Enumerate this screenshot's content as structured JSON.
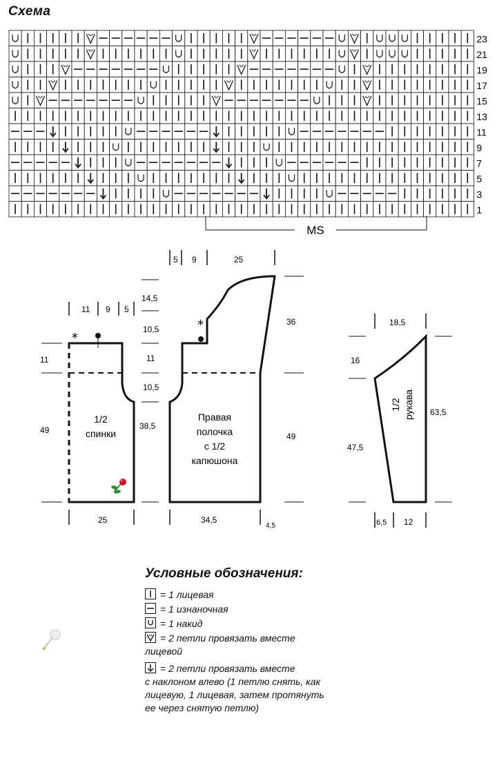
{
  "title": "Схема",
  "chart": {
    "row_numbers": [
      "23",
      "21",
      "19",
      "17",
      "15",
      "13",
      "11",
      "9",
      "7",
      "5",
      "3",
      "1"
    ],
    "repeat_label": "MS",
    "rows": [
      "UIIIIIVPPPPPPUIIIIIVPPPPPPUVIUUUIIIII",
      "UIIIIIVIIIIIIUIIIIIVIIIIIIUVIUUUIIIII",
      "UIIIVPPPPPPPUIIIIIVPPPPPPPUIVIIIIIIII",
      "UIIVIIIIIIIUIIIIIVIIIIIIIUIIVIIIIIIII",
      "UIVPPPPPPPUIIIIIVPPPPPPPUIIIVIIIIIIII",
      "IIIIIIIIIIIIIIIIIIIIIIIIIIIIIIIIIIIII",
      "PPPDIIIIIUPPPPPPDIIIIIUPPPPPPPIIIIIII",
      "IIIIDIIIUIIIIIIIDIIIUIIIIIIIIIIIIIIII",
      "PPPPPDIIIUPPPPPPPDIIIUPPPPPPIIIIIIIII",
      "IIIIIIDIIIUIIIIIIIDIIIUIIIIIIIIIIIIII",
      "PPPPPPPDIIIIUPPPPPPPDIIIIUPPPPPIIIIII",
      "IIIIIIIIIIIIIIIIIIIIIIIIIIIIIIIIIIIII"
    ]
  },
  "pieces": {
    "back": {
      "label_line1": "1/2",
      "label_line2": "спинки",
      "top_widths": [
        "11",
        "9",
        "5"
      ],
      "left_heights": [
        "11",
        "49"
      ],
      "right_heights": [
        "14,5",
        "10,5",
        "11",
        "10,5",
        "38,5"
      ],
      "bottom_width": "25"
    },
    "front": {
      "label_lines": [
        "Правая",
        "полочка",
        "с 1/2",
        "капюшона"
      ],
      "top_widths": [
        "5",
        "9",
        "25"
      ],
      "right_heights": [
        "36",
        "49"
      ],
      "bottom_width": "34,5",
      "bottom_extra": "4,5"
    },
    "sleeve": {
      "label_line1": "1/2",
      "label_line2": "рукава",
      "top_width": "18,5",
      "left_heights": [
        "16",
        "47,5"
      ],
      "right_height": "63,5",
      "bottom_widths": [
        "6,5",
        "12"
      ]
    }
  },
  "legend": {
    "title": "Условные обозначения:",
    "items": [
      {
        "symbol": "knit",
        "text": "= 1 лицевая"
      },
      {
        "symbol": "purl",
        "text": "= 1 изнаночная"
      },
      {
        "symbol": "yarnover",
        "text": "= 1 накид"
      },
      {
        "symbol": "k2tog",
        "text": "= 2 петли провязать вместе",
        "text2": "лицевой"
      },
      {
        "symbol": "ssk",
        "text": "= 2 петли провязать вместе",
        "text2": "с наклоном влево (1 петлю снять, как",
        "text3": "лицевую, 1 лицевая, затем протянуть",
        "text4": "ее через снятую петлю)"
      }
    ]
  },
  "colors": {
    "ink": "#111111",
    "rose": "#c8102e",
    "leaf": "#2e8b2e"
  }
}
